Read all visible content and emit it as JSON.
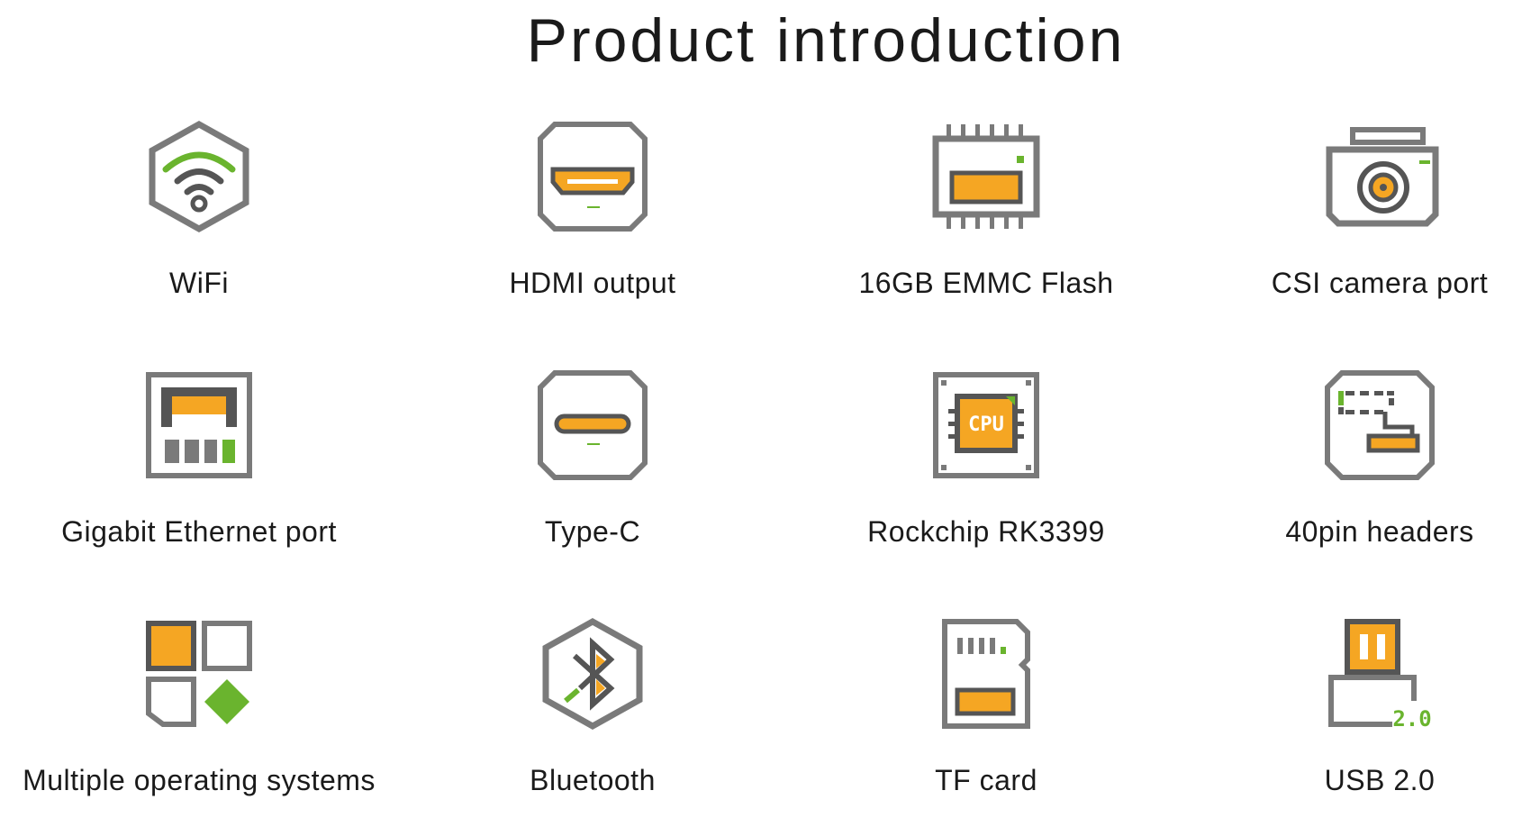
{
  "page": {
    "title": "Product introduction"
  },
  "colors": {
    "gray": "#7a7a7a",
    "orange": "#f5a623",
    "green": "#6ab42e"
  },
  "features": [
    {
      "label": "WiFi",
      "icon": "wifi-icon"
    },
    {
      "label": "HDMI output",
      "icon": "hdmi-port-icon"
    },
    {
      "label": "16GB EMMC Flash",
      "icon": "flash-chip-icon"
    },
    {
      "label": "CSI camera port",
      "icon": "camera-icon"
    },
    {
      "label": "Gigabit Ethernet port",
      "icon": "ethernet-port-icon"
    },
    {
      "label": "Type-C",
      "icon": "usb-type-c-icon"
    },
    {
      "label": "Rockchip RK3399",
      "icon": "cpu-chip-icon",
      "chip_text": "CPU"
    },
    {
      "label": "40pin headers",
      "icon": "pin-header-icon"
    },
    {
      "label": "Multiple operating systems",
      "icon": "operating-systems-icon"
    },
    {
      "label": "Bluetooth",
      "icon": "bluetooth-icon"
    },
    {
      "label": "TF card",
      "icon": "tf-card-icon"
    },
    {
      "label": "USB 2.0",
      "icon": "usb-icon",
      "badge_text": "2.0"
    }
  ]
}
